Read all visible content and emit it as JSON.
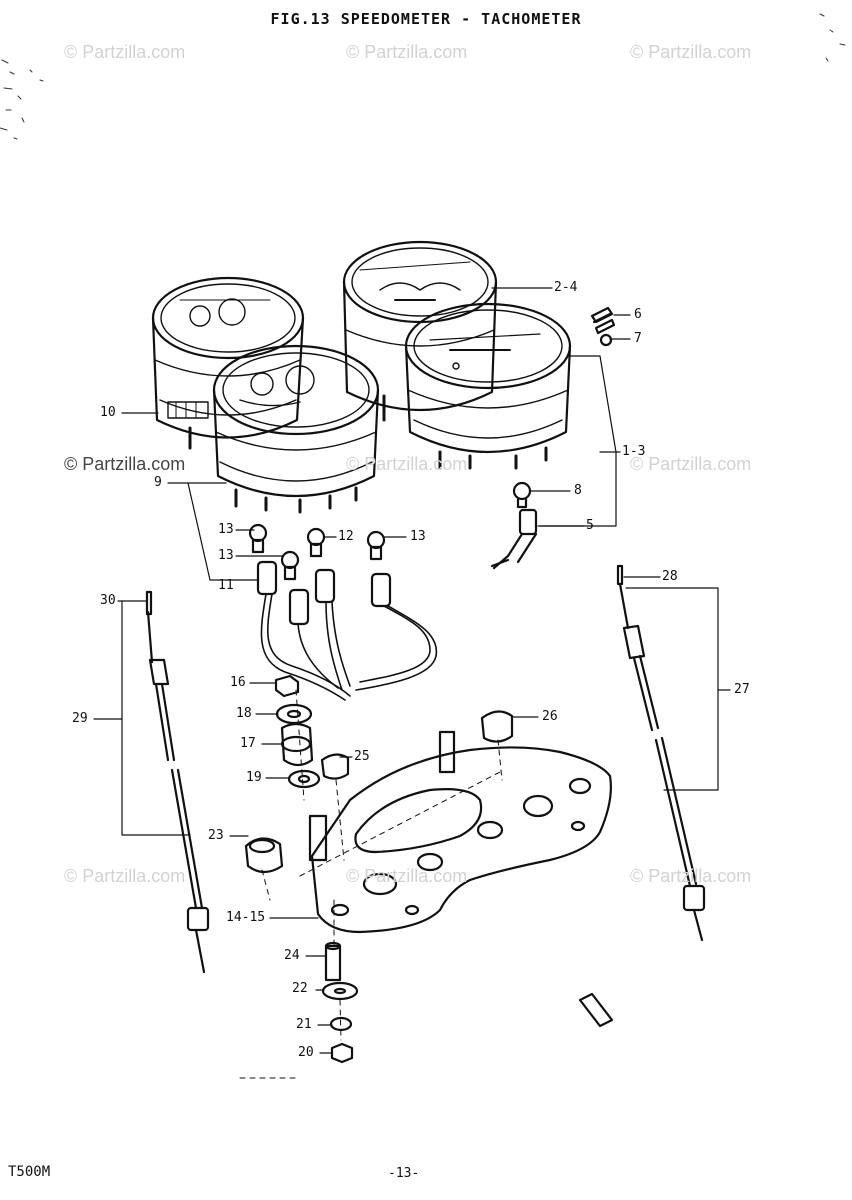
{
  "header": {
    "title": "FIG.13  SPEEDOMETER - TACHOMETER"
  },
  "footer": {
    "model": "T500M",
    "page": "-13-"
  },
  "watermark": {
    "text": "© Partzilla.com"
  },
  "callouts": {
    "c1": "2-4",
    "c2": "6",
    "c3": "7",
    "c4": "10",
    "c5": "1-3",
    "c6": "9",
    "c7": "8",
    "c8": "13",
    "c9": "12",
    "c10": "13",
    "c11": "5",
    "c12": "13",
    "c13": "11",
    "c14": "30",
    "c15": "28",
    "c16": "16",
    "c17": "27",
    "c18": "29",
    "c19": "18",
    "c20": "26",
    "c21": "17",
    "c22": "25",
    "c23": "19",
    "c24": "23",
    "c25": "14-15",
    "c26": "24",
    "c27": "22",
    "c28": "21",
    "c29": "20"
  },
  "colors": {
    "ink": "#111111",
    "watermark": "#d2d2d2"
  }
}
